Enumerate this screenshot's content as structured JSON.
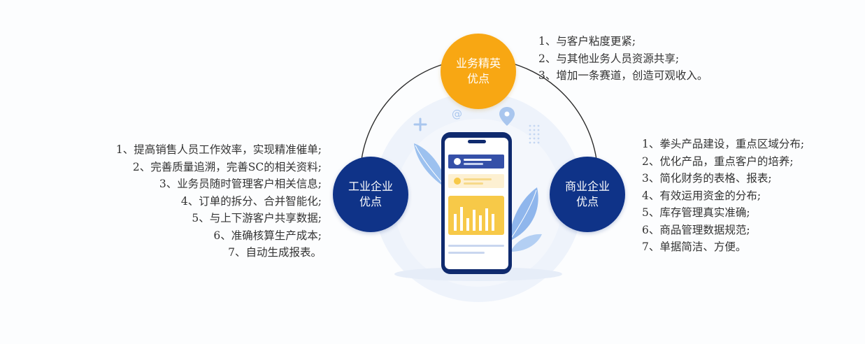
{
  "nodes": {
    "top": {
      "line1": "业务精英",
      "line2": "优点",
      "items": [
        "1、与客户粘度更紧;",
        "2、与其他业务人员资源共享;",
        "3、增加一条赛道，创造可观收入。"
      ]
    },
    "left": {
      "line1": "工业企业",
      "line2": "优点",
      "items": [
        "1、提高销售人员工作效率，实现精准催单;",
        "2、完善质量追溯，完善SC的相关资料;",
        "3、业务员随时管理客户相关信息;",
        "4、订单的拆分、合并智能化;",
        "5、与上下游客户共享数据;",
        "6、准确核算生产成本;",
        "7、自动生成报表。"
      ]
    },
    "right": {
      "line1": "商业企业",
      "line2": "优点",
      "items": [
        "1、拳头产品建设，重点区域分布;",
        "2、优化产品，重点客户的培养;",
        "3、简化财务的表格、报表;",
        "4、有效运用资金的分布;",
        "5、库存管理真实准确;",
        "6、商品管理数据规范;",
        "7、单据简洁、方便。"
      ]
    }
  },
  "colors": {
    "accent_orange": "#f8a713",
    "accent_navy": "#0f3388",
    "text": "#333333",
    "phone_frame": "#0f2a6e",
    "chart_yellow": "#f7c948",
    "leaf_blue": "#9cc1ef"
  },
  "icons": [
    "plus-icon",
    "at-icon",
    "location-pin-icon",
    "leaf-icon"
  ]
}
